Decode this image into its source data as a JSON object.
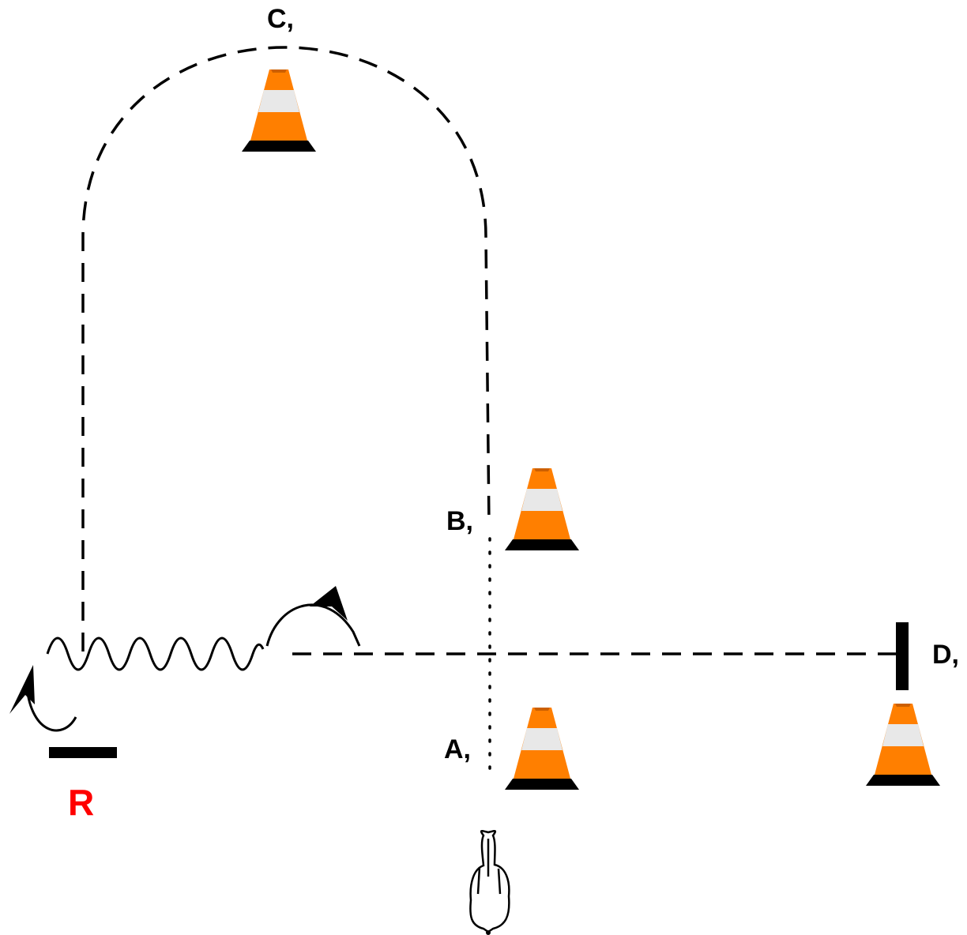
{
  "labels": {
    "a": "A,",
    "b": "B,",
    "c": "C,",
    "d": "D,",
    "r": "R"
  },
  "colors": {
    "cone_orange": "#ff7f00",
    "cone_stripe": "#e8e8e8",
    "line": "#000000",
    "r_label": "#ff0000"
  },
  "icons": {
    "cone": "traffic-cone-icon",
    "horse": "horse-top-view-icon"
  }
}
